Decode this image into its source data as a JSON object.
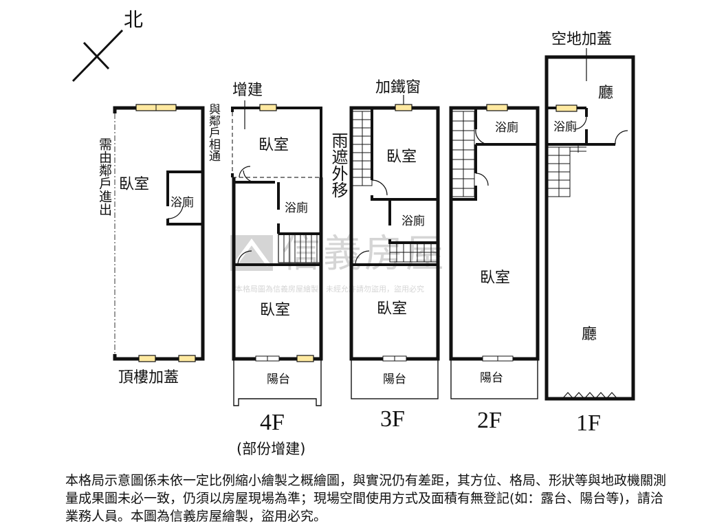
{
  "compass": {
    "north_label": "北"
  },
  "watermark": {
    "brand": "信義房屋",
    "notice": "本格局圖為信義房屋繪製，未經允許請勿盜用，盜用必究"
  },
  "floor_4f": {
    "top_note": "頂樓加蓋",
    "side_note": "需由鄰戶進出",
    "bedroom": "臥室",
    "bath": "浴廁",
    "extension_label": "增建",
    "extension_bedroom": "臥室",
    "neighbor_note": "與鄰戶相通",
    "awning_note": "雨遮外移",
    "bath_2": "浴廁",
    "bedroom_2": "臥室",
    "balcony": "陽台",
    "floor_label": "4F",
    "floor_sub": "(部份增建)"
  },
  "floor_3f": {
    "window_note": "加鐵窗",
    "bedroom_top": "臥室",
    "bath": "浴廁",
    "bedroom_bottom": "臥室",
    "balcony": "陽台",
    "floor_label": "3F"
  },
  "floor_2f": {
    "bath": "浴廁",
    "bedroom": "臥室",
    "balcony": "陽台",
    "floor_label": "2F"
  },
  "floor_1f": {
    "extension_label": "空地加蓋",
    "hall_top": "廳",
    "bath": "浴廁",
    "hall_main": "廳",
    "floor_label": "1F"
  },
  "disclaimer": "本格局示意圖係未依一定比例縮小繪製之概繪圖，與實況仍有差距，其方位、格局、形狀等與地政機關測量成果圖未必一致，仍須以房屋現場為準；現場空間使用方式及面積有無登記(如：露台、陽台等)，請洽業務人員。本圖為信義房屋繪製，盜用必究。"
}
